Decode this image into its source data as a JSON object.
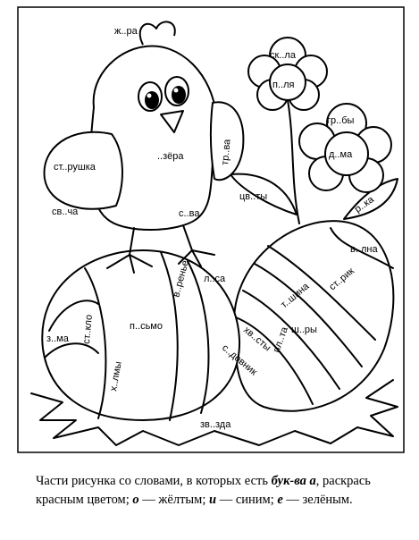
{
  "labels": {
    "zhara": "ж..ра",
    "zyora": "..зёра",
    "trava": "тр..ва",
    "starushka": "ст..рушка",
    "svecha": "св..ча",
    "sova": "с..ва",
    "skala": "ск..ла",
    "polya": "п..ля",
    "griby": "гр..бы",
    "doma": "д..ма",
    "reka": "р..ка",
    "cvety": "цв..ты",
    "volna": "в..лна",
    "strik": "ст..рик",
    "lesa": "л..са",
    "vorenye": "в..ренье",
    "tishina": "т..шина",
    "shary": "ш..ры",
    "steklo": "ст..кло",
    "zima": "з..ма",
    "pismo": "п..сьмо",
    "plita": "пл..та",
    "hvosty": "хв..сты",
    "holmy": "х..лмы",
    "sadovnik": "с..довник",
    "zvezda": "зв..зда"
  },
  "instruction": {
    "part1": "Части рисунка со словами, в которых есть ",
    "bold1": "бук-ва а",
    "part2": ", раскрась красным цветом; ",
    "bold2": "о",
    "part3": " — жёлтым; ",
    "bold3": "и",
    "part4": " — синим; ",
    "bold4": "е",
    "part5": " — зелёным."
  }
}
